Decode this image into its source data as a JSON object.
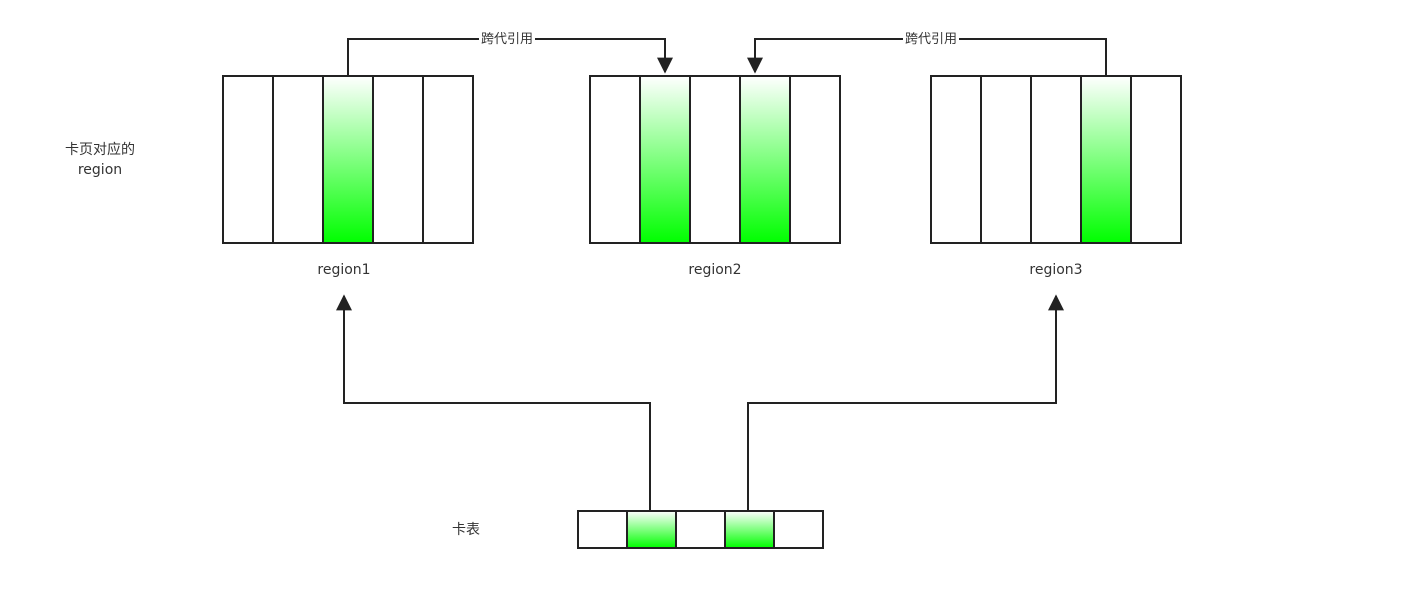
{
  "side_label_line1": "卡页对应的",
  "side_label_line2": "region",
  "card_table_label": "卡表",
  "cross_ref_label": "跨代引用",
  "regions": [
    {
      "name": "region1",
      "cells": [
        false,
        false,
        true,
        false,
        false
      ]
    },
    {
      "name": "region2",
      "cells": [
        false,
        true,
        false,
        true,
        false
      ]
    },
    {
      "name": "region3",
      "cells": [
        false,
        false,
        false,
        true,
        false
      ]
    }
  ],
  "card_table": {
    "cells": [
      false,
      true,
      false,
      true,
      false
    ]
  },
  "colors": {
    "stroke": "#222222",
    "green": "#00ff00",
    "text": "#333333"
  }
}
